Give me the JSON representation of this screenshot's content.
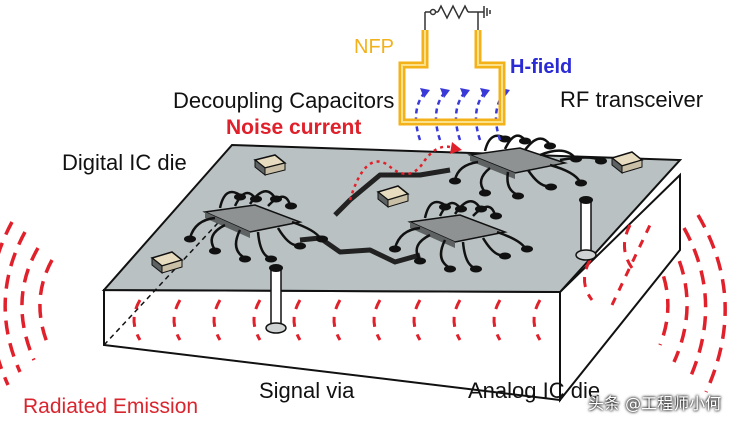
{
  "labels": {
    "nfp": "NFP",
    "h_field": "H-field",
    "decoupling_capacitors": "Decoupling Capacitors",
    "rf_transceiver": "RF transceiver",
    "noise_current": "Noise current",
    "digital_ic_die": "Digital IC die",
    "radiated_emission": "Radiated Emission",
    "signal_via": "Signal via",
    "analog_ic_die": "Analog IC die",
    "watermark": "头条 @工程师小何"
  },
  "colors": {
    "board_top": "#b9c1c2",
    "board_side": "#ffffff",
    "outline": "#111111",
    "probe": "#f3b21a",
    "h_field": "#3a3ad8",
    "noise": "#e0202a",
    "emission": "#e0202a",
    "chip": "#8e9293",
    "capacitor": "#e8dcc0"
  },
  "icons": {
    "resistor": "resistor-icon",
    "ground": "ground-icon"
  }
}
